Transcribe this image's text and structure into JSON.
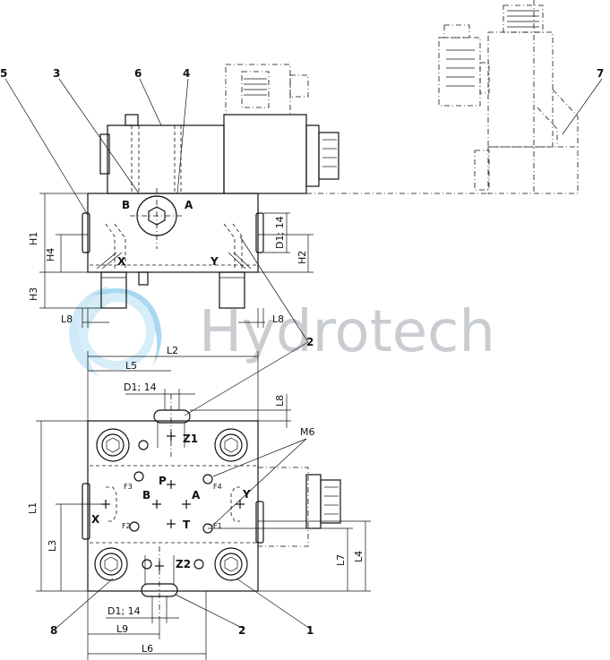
{
  "watermark": "Hydrotech",
  "callouts": {
    "c1": "1",
    "c2a": "2",
    "c2b": "2",
    "c3": "3",
    "c4": "4",
    "c5": "5",
    "c6": "6",
    "c7": "7",
    "c8": "8"
  },
  "ports": {
    "A": "A",
    "B": "B",
    "X": "X",
    "Y": "Y",
    "P": "P",
    "T": "T",
    "Z1": "Z1",
    "Z2": "Z2",
    "A2": "A",
    "B2": "B",
    "X2": "X",
    "Y2": "Y"
  },
  "flanges": {
    "F1": "F1",
    "F2": "F2",
    "F3": "F3",
    "F4": "F4"
  },
  "dimensions": {
    "H1": "H1",
    "H2": "H2",
    "H3": "H3",
    "H4": "H4",
    "L1": "L1",
    "L2": "L2",
    "L3": "L3",
    "L4": "L4",
    "L5": "L5",
    "L6": "L6",
    "L7": "L7",
    "L8a": "L8",
    "L8b": "L8",
    "L8c": "L8",
    "L9": "L9",
    "D1a": "D1; 14",
    "D1b": "D1; 14",
    "D1c": "D1; 14",
    "M6": "M6"
  }
}
